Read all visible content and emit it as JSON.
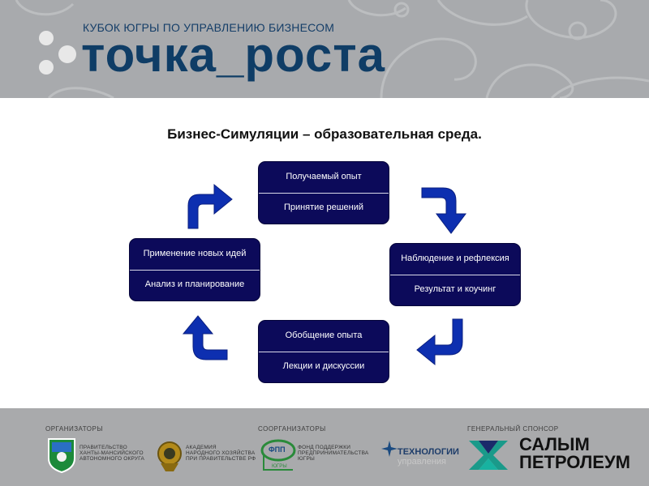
{
  "header": {
    "cup_title": "КУБОК ЮГРЫ ПО УПРАВЛЕНИЮ БИЗНЕСОМ",
    "brand": "точка_роста"
  },
  "main": {
    "title": "Бизнес-Симуляции – образовательная среда."
  },
  "cycle": {
    "top": {
      "line1": "Получаемый опыт",
      "line2": "Принятие решений"
    },
    "right": {
      "line1": "Наблюдение и рефлексия",
      "line2": "Результат и коучинг"
    },
    "bottom": {
      "line1": "Обобщение опыта",
      "line2": "Лекции и дискуссии"
    },
    "left": {
      "line1": "Применение новых идей",
      "line2": "Анализ и планирование"
    }
  },
  "footer": {
    "organizers_title": "ОРГАНИЗАТОРЫ",
    "coorganizers_title": "СООРГАНИЗАТОРЫ",
    "sponsor_title": "ГЕНЕРАЛЬНЫЙ СПОНСОР",
    "gov_line1": "ПРАВИТЕЛЬСТВО",
    "gov_line2": "ХАНТЫ-МАНСИЙСКОГО",
    "gov_line3": "АВТОНОМНОГО ОКРУГА",
    "academy_line1": "АКАДЕМИЯ",
    "academy_line2": "НАРОДНОГО ХОЗЯЙСТВА",
    "academy_line3": "ПРИ ПРАВИТЕЛЬСТВЕ РФ",
    "fund_logo": "ФПП",
    "fund_logo_sub": "ЮГРЫ",
    "fund_line1": "ФОНД ПОДДЕРЖКИ",
    "fund_line2": "ПРЕДПРИНИМАТЕЛЬСТВА",
    "fund_line3": "ЮГРЫ",
    "tech_line1": "ТЕХНОЛОГИИ",
    "tech_line2": "управления",
    "salym_line1": "САЛЫМ",
    "salym_line2": "ПЕТРОЛЕУМ"
  },
  "colors": {
    "box_fill": "#0c0a5a",
    "arrow_blue": "#0d2fb0",
    "brand_blue": "#0f3d66",
    "band_gray": "#a8aaad"
  },
  "icons": {
    "arrows": [
      "curved-arrow-up-right-icon",
      "curved-arrow-down-right-icon",
      "curved-arrow-down-left-icon",
      "curved-arrow-up-left-icon"
    ]
  }
}
